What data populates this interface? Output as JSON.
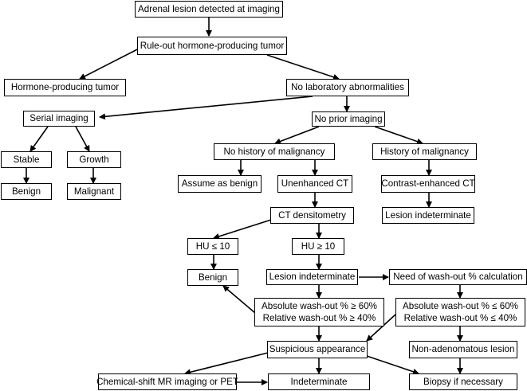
{
  "nodes": {
    "adrenal": "Adrenal lesion detected at imaging",
    "ruleout": "Rule-out hormone-producing tumor",
    "hormone": "Hormone-producing tumor",
    "nolab": "No laboratory abnormalities",
    "serial": "Serial imaging",
    "noprior": "No prior imaging",
    "stable": "Stable",
    "growth": "Growth",
    "nohist": "No history of malignancy",
    "hist": "History of malignancy",
    "benign1": "Benign",
    "malignant": "Malignant",
    "assume": "Assume as benign",
    "unenh": "Unenhanced CT",
    "contrast": "Contrast-enhanced CT",
    "ctdens": "CT densitometry",
    "lesind1": "Lesion indeterminate",
    "hule": "HU ≤ 10",
    "huge": "HU ≥ 10",
    "benign2": "Benign",
    "lesind2": "Lesion indeterminate",
    "needwash": "Need of wash-out % calculation",
    "abs1_l1": "Absolute wash-out % ≥ 60%",
    "abs1_l2": "Relative wash-out % ≥ 40%",
    "abs2_l1": "Absolute wash-out % ≤ 60%",
    "abs2_l2": "Relative wash-out % ≤ 40%",
    "susp": "Suspicious appearance",
    "nonaden": "Non-adenomatous lesion",
    "chem": "Chemical-shift MR imaging or PET",
    "indet": "Indeterminate",
    "biopsy": "Biopsy if necessary"
  }
}
